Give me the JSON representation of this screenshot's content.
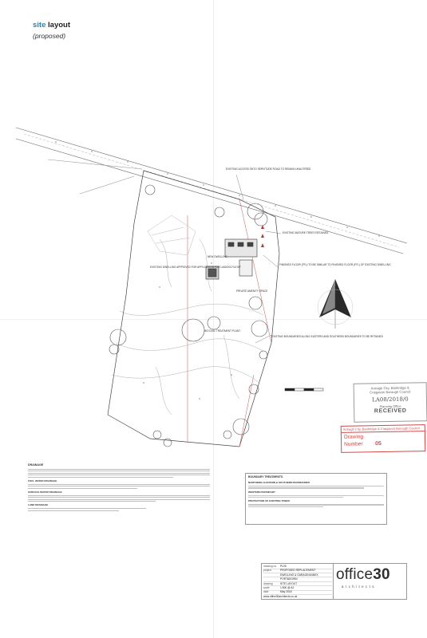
{
  "header": {
    "title_prefix": "site",
    "title_suffix": "layout",
    "subtitle": "(proposed)"
  },
  "plan_labels": {
    "existing_access": "EXISTING ACCESS ONTO SERVITUDE ROAD TO REMAIN UNALTERED",
    "existing_trees": "EXISTING MATURE TREES RETAINED",
    "finished_floor": "FINISHED FLOOR (FFL) TO BE SIMILAR TO FINISHED FLOOR (FFL) OF EXISTING DWELLING",
    "existing_dwelling": "EXISTING DWELLING APPROVED FOR APPLICATION FOR LA08/2017/1476F",
    "new_dwelling": "NEW DWELLING",
    "private_amenity": "PRIVATE AMENITY SPACE",
    "treatment_plant": "BIO DISC TREATMENT PLANT",
    "boundaries": "EXISTING BOUNDARIES ALONG EASTERN AND SOUTHERN BOUNDARIES TO BE RETAINED"
  },
  "stamps": {
    "council_line1": "Armagh City, Banbridge &",
    "council_line2": "Craigavon Borough Council",
    "date_text": "LA08/2018/0",
    "planning_office": "Planning Office",
    "received": "RECEIVED",
    "council_red": "Armagh City, Banbridge & Craigavon Borough Council",
    "drawing_label": "Drawing",
    "number_label": "Number",
    "drawing_number": "05"
  },
  "notes": {
    "heading": "DRAINAGE",
    "paragraph_lines": [
      6,
      4,
      3,
      5,
      2
    ],
    "subheadings": [
      "FOUL WATER DRAINAGE",
      "SURFACE WATER DRAINAGE",
      "LAND DRAINAGE"
    ]
  },
  "boundary_notes": {
    "heading": "BOUNDARY TREATMENTS",
    "sections": [
      "NORTHERN, EASTERN & SOUTHERN BOUNDARIES",
      "WESTERN BOUNDARY",
      "PROTECTION OF EXISTING TREES"
    ]
  },
  "title_block": {
    "rows": [
      {
        "k": "drawing no.",
        "v": "PL05"
      },
      {
        "k": "project",
        "v": "PROPOSED REPLACEMENT"
      },
      {
        "k": "",
        "v": "DWELLING & GARAGE/ANNEX"
      },
      {
        "k": "",
        "v": "PORTADOWN"
      },
      {
        "k": "drawing",
        "v": "SITE LAYOUT"
      },
      {
        "k": "scale",
        "v": "1:500 @ A2"
      },
      {
        "k": "date",
        "v": "May 2018"
      },
      {
        "k": "",
        "v": "www.office30architects.co.uk"
      }
    ],
    "logo_word": "office",
    "logo_number": "30",
    "logo_sub": "architects"
  },
  "colors": {
    "accent": "#1a88c9",
    "red_stamp": "#d24a4a",
    "line": "#555555"
  }
}
